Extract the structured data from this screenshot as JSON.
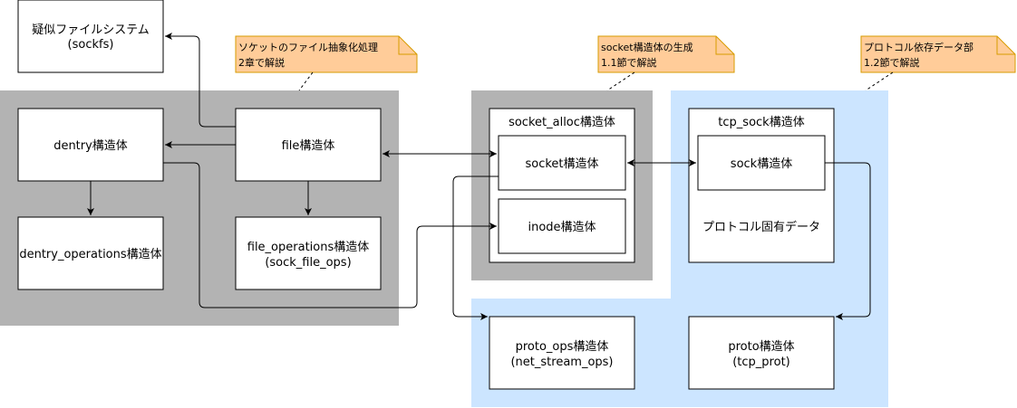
{
  "boxes": {
    "sockfs": {
      "line1": "疑似ファイルシステム",
      "line2": "(sockfs)"
    },
    "dentry": {
      "label": "dentry構造体"
    },
    "file": {
      "label": "file構造体"
    },
    "dentry_ops": {
      "label": "dentry_operations構造体"
    },
    "file_ops": {
      "line1": "file_operations構造体",
      "line2": "(sock_file_ops)"
    },
    "socket_alloc": {
      "label": "socket_alloc構造体"
    },
    "socket": {
      "label": "socket構造体"
    },
    "inode": {
      "label": "inode構造体"
    },
    "tcp_sock": {
      "label": "tcp_sock構造体"
    },
    "sock": {
      "label": "sock構造体"
    },
    "proto_data": {
      "label": "プロトコル固有データ"
    },
    "proto_ops": {
      "line1": "proto_ops構造体",
      "line2": "(net_stream_ops)"
    },
    "proto": {
      "line1": "proto構造体",
      "line2": "(tcp_prot)"
    }
  },
  "notes": {
    "file_abstraction": {
      "line1": "ソケットのファイル抽象化処理",
      "line2": "2章で解説"
    },
    "socket_create": {
      "line1": "socket構造体の生成",
      "line2": "1.1節で解説"
    },
    "proto_data": {
      "line1": "プロトコル依存データ部",
      "line2": "1.2節で解説"
    }
  },
  "colors": {
    "gray_region": "#b3b3b3",
    "blue_region": "#cce5ff",
    "note_fill": "#ffcc99",
    "note_stroke": "#d79b00"
  }
}
